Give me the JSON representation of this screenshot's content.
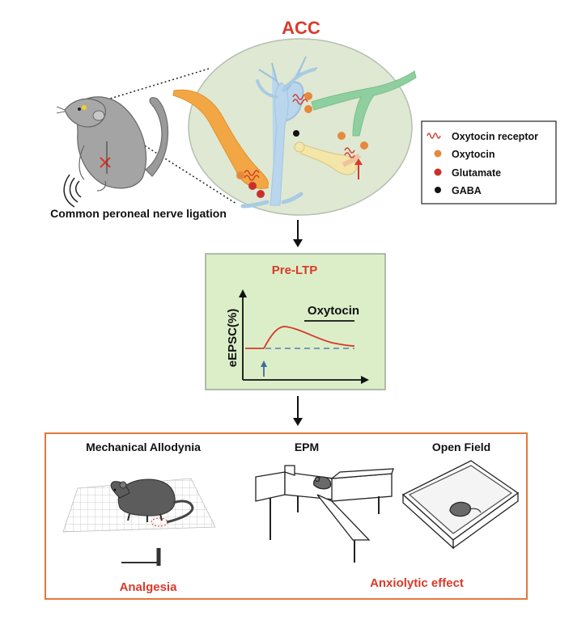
{
  "acc_label": "ACC",
  "legend": {
    "items": [
      {
        "label": "Oxytocin receptor",
        "icon": "receptor-coil-icon",
        "color": "#d63a2a"
      },
      {
        "label": "Oxytocin",
        "icon": "orange-dot-icon",
        "color": "#e58a3c"
      },
      {
        "label": "Glutamate",
        "icon": "red-dot-icon",
        "color": "#c9302c"
      },
      {
        "label": "GABA",
        "icon": "black-dot-icon",
        "color": "#111111"
      }
    ]
  },
  "model_caption": "Common peroneal nerve ligation",
  "pre_ltp": {
    "title": "Pre-LTP",
    "ylabel": "eEPSC(%)",
    "drug_label": "Oxytocin"
  },
  "behavior": {
    "panels": [
      {
        "title": "Mechanical Allodynia"
      },
      {
        "title": "EPM"
      },
      {
        "title": "Open Field"
      }
    ],
    "outcome_left": "Analgesia",
    "outcome_right": "Anxiolytic effect"
  },
  "colors": {
    "accent_red": "#d93a2b",
    "acc_fill": "#dfe8d3",
    "ltp_fill": "#dbeec8",
    "orange_neuron": "#f2a744",
    "blue_neuron": "#b9d6ec",
    "green_neuron": "#8fcf9f",
    "yellow_neuron": "#f4e6a8",
    "box_border": "#e07a3a"
  }
}
